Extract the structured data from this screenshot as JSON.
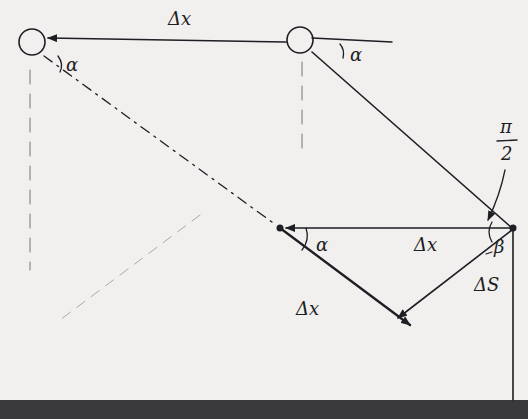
{
  "diagram": {
    "labels": [
      "Δx",
      "α",
      "α",
      "π",
      "2",
      "α",
      "Δx",
      "ΔS",
      "β",
      "Δx"
    ]
  }
}
